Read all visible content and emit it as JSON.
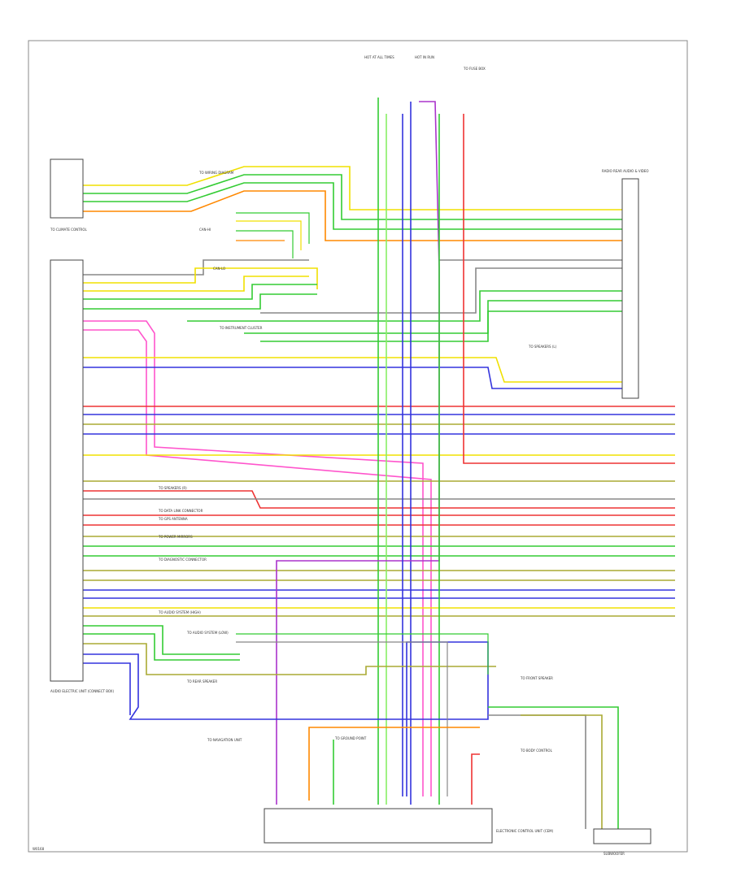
{
  "diagram": {
    "footer_code": "W0168",
    "colors": {
      "yellow": "#f0e000",
      "green": "#33cc33",
      "lightgreen": "#88ee66",
      "red": "#ee3333",
      "blue": "#3333dd",
      "violet": "#aa33cc",
      "orange": "#ff8800",
      "gray": "#888888",
      "pink": "#ff55cc",
      "olive": "#aaaa33",
      "black": "#222222"
    },
    "components": {
      "left_small": {
        "label": "TO CLIMATE CONTROL"
      },
      "left_module": {
        "label": "AUDIO ELECTRIC UNIT (CONNECT BOX)"
      },
      "right_top": {
        "label": "RADIO REAR AUDIO & VIDEO"
      },
      "bottom_module": {
        "label": "ELECTRONIC CONTROL UNIT (CEM)"
      },
      "bottom_right": {
        "label": "SUBWOOFER"
      },
      "top_fuse1": {
        "label": "HOT AT ALL TIMES"
      },
      "top_fuse2": {
        "label": "HOT IN RUN"
      },
      "top_fuse3": {
        "label": "TO FUSE BOX"
      }
    },
    "notes": [
      "TO WIRING DIAGRAM",
      "CAN-HI",
      "CAN-LO",
      "TO INSTRUMENT CLUSTER",
      "TO SPEAKERS (L)",
      "TO SPEAKERS (R)",
      "TO DATA LINK CONNECTOR",
      "TO GPS ANTENNA",
      "TO POWER MIRRORS",
      "TO DIAGNOSTIC CONNECTOR",
      "TO AUDIO SYSTEM (HIGH)",
      "TO AUDIO SYSTEM (LOW)",
      "TO REAR SPEAKER",
      "TO FRONT SPEAKER",
      "TO BODY CONTROL",
      "TO NAVIGATION UNIT",
      "TO GROUND POINT"
    ]
  }
}
